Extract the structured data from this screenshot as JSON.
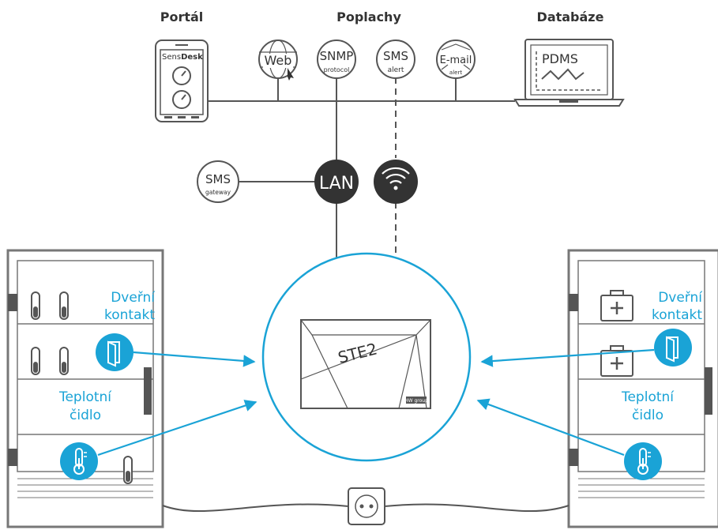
{
  "headers": {
    "portal": "Portál",
    "alarms": "Poplachy",
    "database": "Databáze"
  },
  "phone": {
    "brand_left": "Sens",
    "brand_right": "Desk"
  },
  "alarm_icons": {
    "web": "Web",
    "snmp_main": "SNMP",
    "snmp_sub": "protocol",
    "sms_main": "SMS",
    "sms_sub": "alert",
    "email_main": "E-mail",
    "email_sub": "alert"
  },
  "laptop": {
    "label": "PDMS"
  },
  "network": {
    "sms_gateway_main": "SMS",
    "sms_gateway_sub": "gateway",
    "lan_label": "LAN",
    "wifi_icon": "wifi-icon"
  },
  "device": {
    "name": "STE2",
    "brand": "HW group"
  },
  "left_cabinet": {
    "door_contact_line1": "Dveřní",
    "door_contact_line2": "kontakt",
    "temp_sensor_line1": "Teplotní",
    "temp_sensor_line2": "čidlo"
  },
  "right_cabinet": {
    "door_contact_line1": "Dveřní",
    "door_contact_line2": "kontakt",
    "temp_sensor_line1": "Teplotní",
    "temp_sensor_line2": "čidlo"
  },
  "colors": {
    "accent": "#1aa3d6",
    "dark": "#333333",
    "line": "#555555",
    "cabinet": "#777777"
  }
}
